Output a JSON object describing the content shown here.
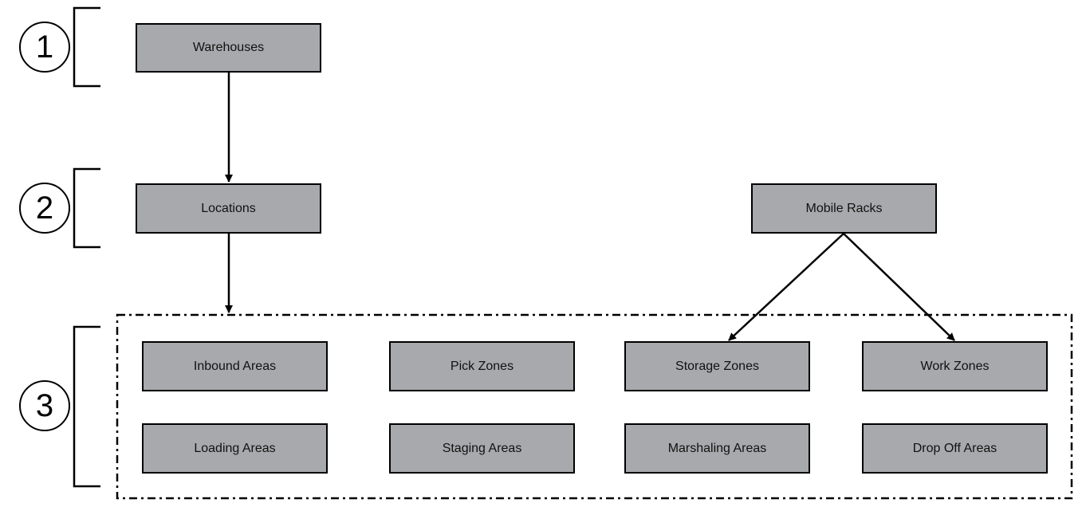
{
  "levels": [
    {
      "label": "1"
    },
    {
      "label": "2"
    },
    {
      "label": "3"
    }
  ],
  "nodes": {
    "warehouses": "Warehouses",
    "locations": "Locations",
    "mobile_racks": "Mobile Racks",
    "inbound_areas": "Inbound Areas",
    "pick_zones": "Pick Zones",
    "storage_zones": "Storage Zones",
    "work_zones": "Work Zones",
    "loading_areas": "Loading Areas",
    "staging_areas": "Staging Areas",
    "marshaling_areas": "Marshaling Areas",
    "drop_off_areas": "Drop Off Areas"
  },
  "colors": {
    "box_fill": "#a7a9ac",
    "stroke": "#000000"
  }
}
